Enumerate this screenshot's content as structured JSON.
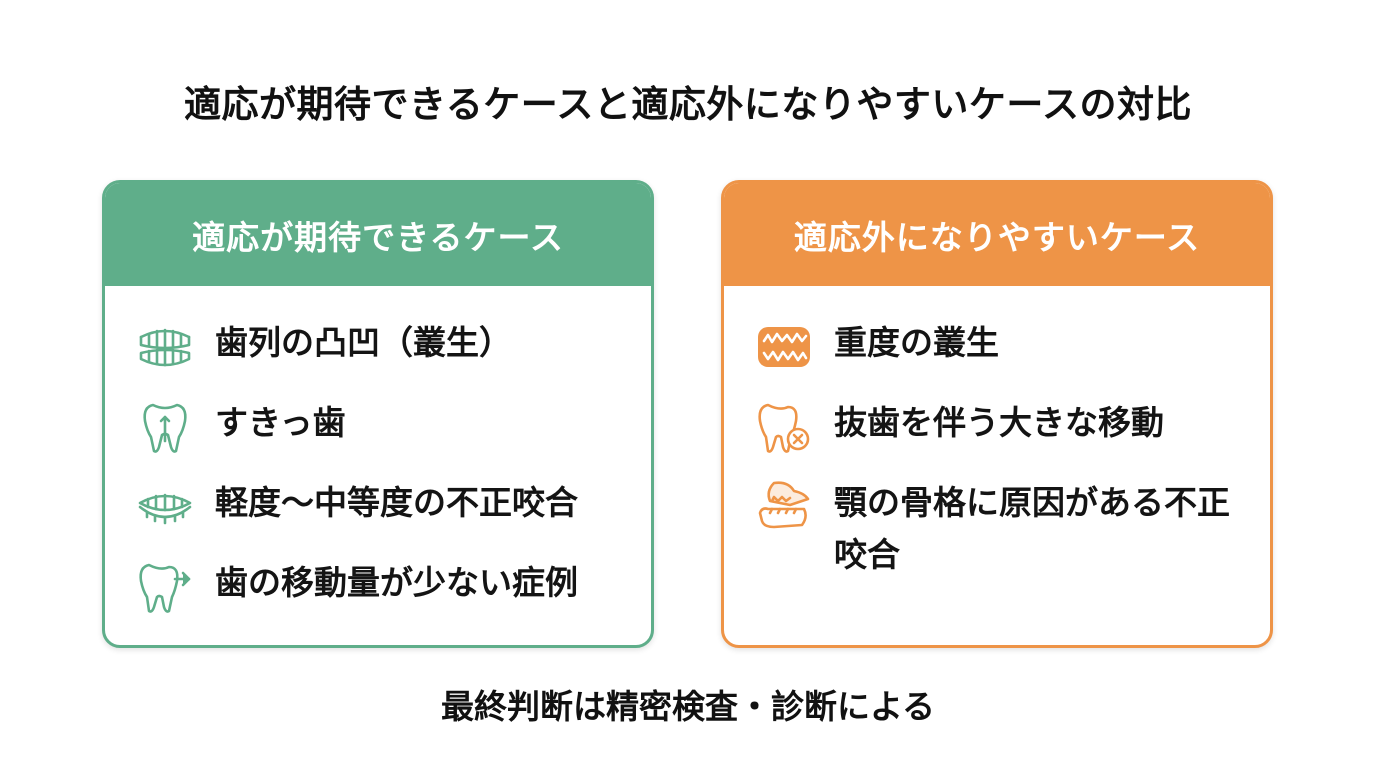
{
  "title": "適応が期待できるケースと適応外になりやすいケースの対比",
  "colors": {
    "green": "#5fae8a",
    "orange": "#ee9447"
  },
  "left_panel": {
    "heading": "適応が期待できるケース",
    "items": [
      {
        "icon": "teeth-arch-icon",
        "label": "歯列の凸凹（叢生）"
      },
      {
        "icon": "tooth-gap-icon",
        "label": "すきっ歯"
      },
      {
        "icon": "bite-icon",
        "label": "軽度〜中等度の不正咬合"
      },
      {
        "icon": "tooth-arrow-icon",
        "label": "歯の移動量が少ない症例"
      }
    ]
  },
  "right_panel": {
    "heading": "適応外になりやすいケース",
    "items": [
      {
        "icon": "crowded-teeth-icon",
        "label": "重度の叢生"
      },
      {
        "icon": "tooth-extraction-icon",
        "label": "抜歯を伴う大きな移動"
      },
      {
        "icon": "jaw-icon",
        "label": "顎の骨格に原因がある不正咬合"
      }
    ]
  },
  "footer": "最終判断は精密検査・診断による"
}
